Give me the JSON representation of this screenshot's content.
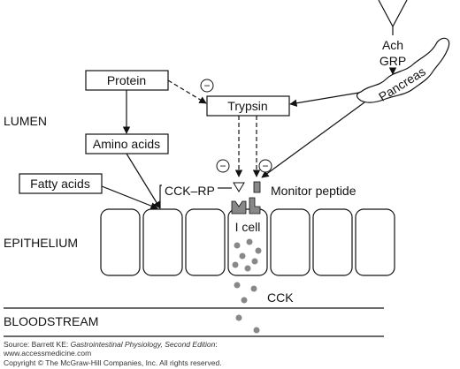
{
  "diagram": {
    "regions": {
      "lumen": "LUMEN",
      "epithelium": "EPITHELIUM",
      "bloodstream": "BLOODSTREAM"
    },
    "boxes": {
      "protein": "Protein",
      "amino_acids": "Amino acids",
      "fatty_acids": "Fatty acids",
      "trypsin": "Trypsin"
    },
    "labels": {
      "ach": "Ach",
      "grp": "GRP",
      "pancreas": "Pancreas",
      "cck_rp": "CCK–RP",
      "monitor_peptide": "Monitor peptide",
      "i_cell": "I cell",
      "cck": "CCK",
      "minus": "−"
    },
    "footer": {
      "source_prefix": "Source: Barrett KE: ",
      "source_title": "Gastrointestinal Physiology, Second Edition",
      "source_suffix": ":",
      "url": "www.accessmedicine.com",
      "copyright": "Copyright © The McGraw-Hill Companies, Inc. All rights reserved."
    }
  }
}
